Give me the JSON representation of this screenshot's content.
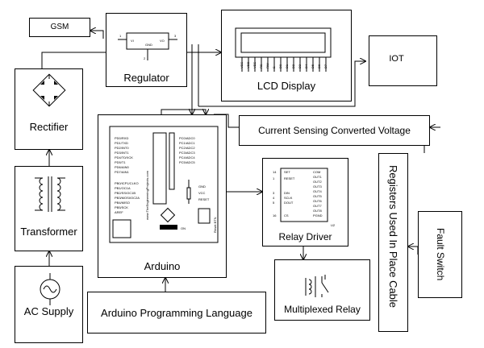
{
  "blocks": {
    "gsm": "GSM",
    "regulator": "Regulator",
    "lcd": "LCD Display",
    "iot": "IOT",
    "rectifier": "Rectifier",
    "transformer": "Transformer",
    "ac_supply": "AC Supply",
    "arduino": "Arduino",
    "current_sensing": "Current Sensing Converted Voltage",
    "relay_driver": "Relay Driver",
    "multiplexed_relay": "Multiplexed Relay",
    "programming_language": "Arduino Programming Language",
    "registers": "Registers Used In Place Cable",
    "fault_switch": "Fault Switch"
  },
  "regulator_pins": {
    "vi": "VI",
    "vo": "VO",
    "gnd": "GND",
    "pin1": "1",
    "pin2": "2",
    "pin3": "3"
  },
  "lcd_pins": [
    "VSS",
    "VDD",
    "VEE",
    "RS",
    "RW",
    "E",
    "D0",
    "D1",
    "D2",
    "D3",
    "D4",
    "D5",
    "D6",
    "D7"
  ],
  "arduino_board": {
    "website": "www.TheEngineeringProjects.com",
    "aref": "AREF",
    "gnd": "GND",
    "vcc": "VCC",
    "reset": "RESET",
    "reset_btn": "Reset BTN",
    "on": "ON",
    "left_pins": [
      "PD0/RXD",
      "PD1/TXD",
      "PD2/INT0",
      "PD3/INT1",
      "PD4/T0/XCK",
      "PD5/T1",
      "PD6/AIN0",
      "PD7/AIN1"
    ],
    "left_pins_b": [
      "PB0/ICP1/CLKO",
      "PB1/OC1A",
      "PB2/SS/OC1B",
      "PB3/MOSI/OC2A",
      "PB4/MISO",
      "PB5/SCK"
    ],
    "right_pins": [
      "PC0/ADC0",
      "PC1/ADC1",
      "PC2/ADC2",
      "PC3/ADC3",
      "PC4/ADC4",
      "PC5/ADC5"
    ]
  },
  "relay_driver_pins": {
    "left": [
      "SET",
      "RESET",
      "DIN",
      "SCLK",
      "DOUT",
      "CS"
    ],
    "left_nums": [
      "14",
      "1",
      "3",
      "4",
      "5",
      "16"
    ],
    "right": [
      "COM",
      "OUT1",
      "OUT2",
      "OUT3",
      "OUT4",
      "OUT5",
      "OUT6",
      "OUT7",
      "OUT8",
      "PGND"
    ],
    "part": "U2"
  }
}
